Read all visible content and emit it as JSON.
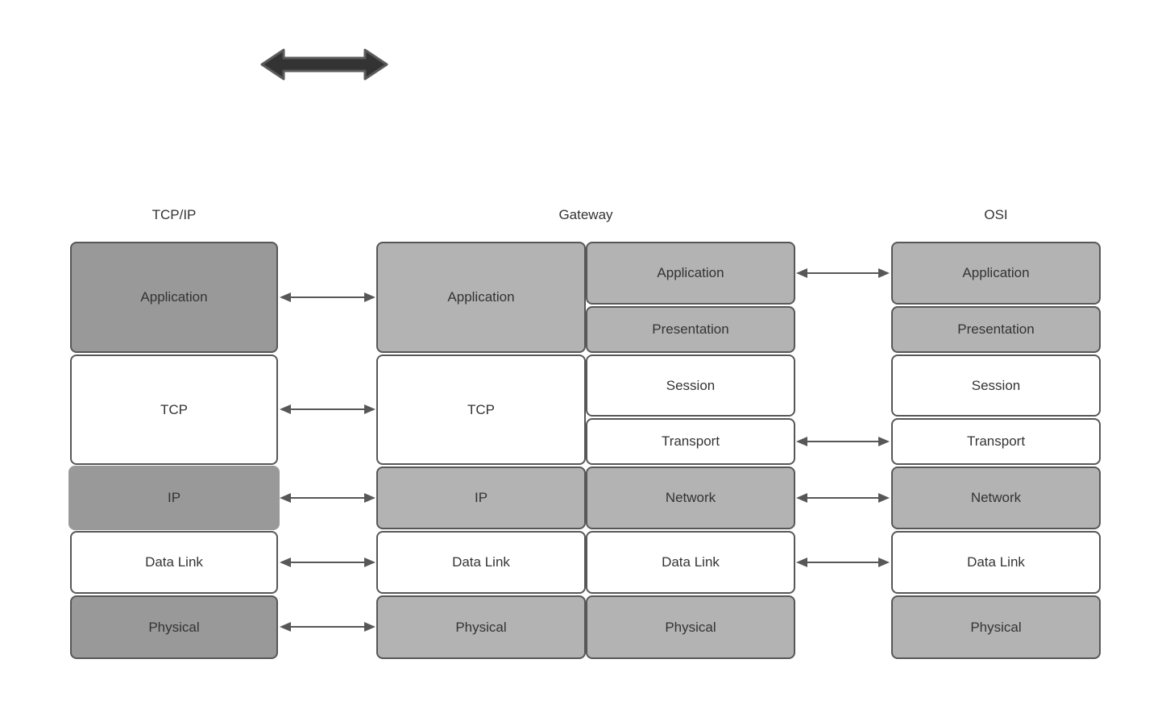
{
  "colors": {
    "background": "#ffffff",
    "dark_gray_fill": "#999999",
    "light_gray_fill": "#b3b3b3",
    "white_fill": "#ffffff",
    "border": "#575757",
    "connector_arrow": "#575757",
    "thick_arrow_fill": "#333333",
    "thick_arrow_stroke": "#5a5a5a",
    "text": "#333333"
  },
  "icons": {
    "thick_double_arrow": "horizontal-bidirectional-arrow"
  },
  "stacks": {
    "tcpip": {
      "title": "TCP/IP",
      "layers": [
        {
          "label": "Application",
          "fill": "dark"
        },
        {
          "label": "TCP",
          "fill": "white"
        },
        {
          "label": "IP",
          "fill": "dark"
        },
        {
          "label": "Data Link",
          "fill": "white"
        },
        {
          "label": "Physical",
          "fill": "dark"
        }
      ]
    },
    "gateway": {
      "title": "Gateway",
      "left_layers": [
        {
          "label": "Application",
          "fill": "light"
        },
        {
          "label": "TCP",
          "fill": "white"
        },
        {
          "label": "IP",
          "fill": "light"
        },
        {
          "label": "Data Link",
          "fill": "white"
        },
        {
          "label": "Physical",
          "fill": "light"
        }
      ],
      "right_layers": [
        {
          "label": "Application",
          "fill": "light"
        },
        {
          "label": "Presentation",
          "fill": "light"
        },
        {
          "label": "Session",
          "fill": "white"
        },
        {
          "label": "Transport",
          "fill": "white"
        },
        {
          "label": "Network",
          "fill": "light"
        },
        {
          "label": "Data Link",
          "fill": "white"
        },
        {
          "label": "Physical",
          "fill": "light"
        }
      ]
    },
    "osi": {
      "title": "OSI",
      "layers": [
        {
          "label": "Application",
          "fill": "light"
        },
        {
          "label": "Presentation",
          "fill": "light"
        },
        {
          "label": "Session",
          "fill": "white"
        },
        {
          "label": "Transport",
          "fill": "white"
        },
        {
          "label": "Network",
          "fill": "light"
        },
        {
          "label": "Data Link",
          "fill": "white"
        },
        {
          "label": "Physical",
          "fill": "light"
        }
      ]
    }
  },
  "connections": {
    "tcpip_to_gateway": [
      "Application",
      "TCP",
      "IP",
      "Data Link",
      "Physical"
    ],
    "gateway_to_osi": [
      "Application",
      "Transport",
      "Network",
      "Data Link"
    ]
  }
}
